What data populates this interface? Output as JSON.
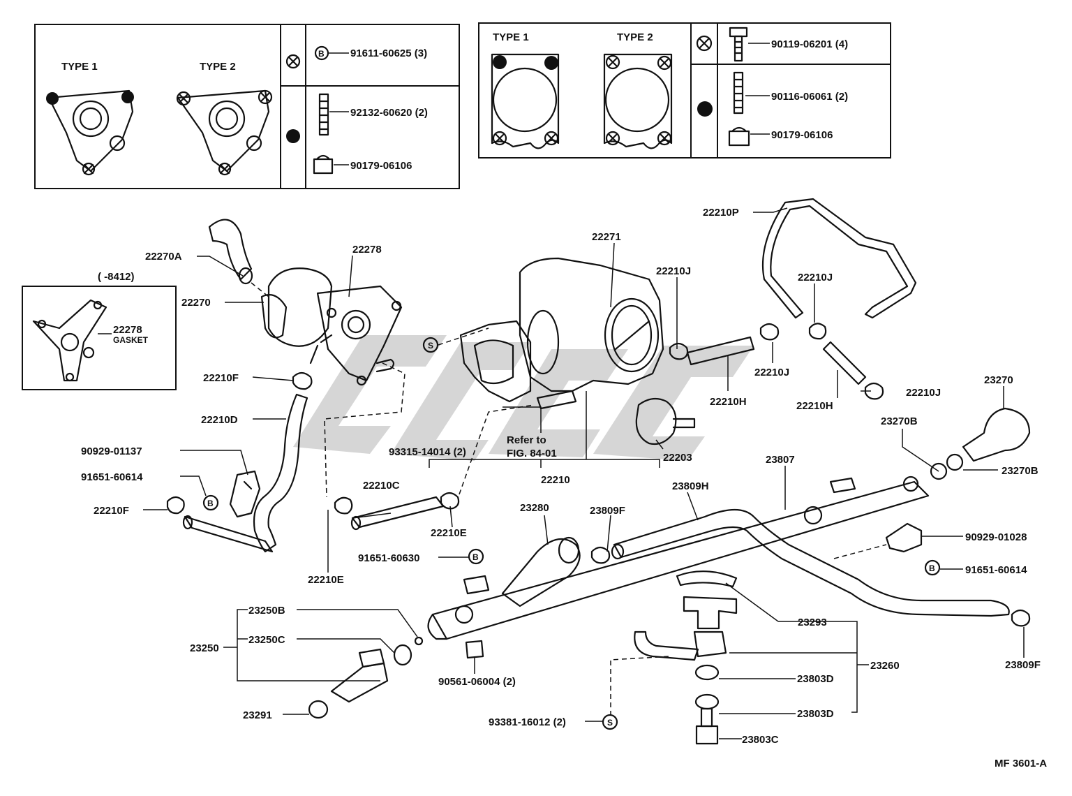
{
  "diagram_code": "MF 3601-A",
  "box_left": {
    "type1": "TYPE 1",
    "type2": "TYPE 2",
    "rows": [
      {
        "mark": "B",
        "part": "91611-60625 (3)"
      },
      {
        "part": "92132-60620 (2)"
      },
      {
        "part": "90179-06106"
      }
    ]
  },
  "box_right": {
    "type1": "TYPE 1",
    "type2": "TYPE 2",
    "rows": [
      {
        "part": "90119-06201 (4)"
      },
      {
        "part": "90116-06061 (2)"
      },
      {
        "part": "90179-06106"
      }
    ]
  },
  "inset": {
    "range": "(      -8412)",
    "part": "22278",
    "sub": "GASKET"
  },
  "refer": {
    "line1": "Refer to",
    "line2": "FIG. 84-01"
  },
  "circle_marks": {
    "s": "S",
    "b": "B"
  },
  "labels": {
    "p22270A": "22270A",
    "p22278": "22278",
    "p22270": "22270",
    "p22271": "22271",
    "p22210J_a": "22210J",
    "p22210P": "22210P",
    "p22210J_b": "22210J",
    "p22210F_a": "22210F",
    "p22210D": "22210D",
    "p22210J_c": "22210J",
    "p22210H_a": "22210H",
    "p22210J_d": "22210J",
    "p22210H_b": "22210H",
    "p23270": "23270",
    "p90929_01137": "90929-01137",
    "p91651_60614_a": "91651-60614",
    "p93315": "93315-14014 (2)",
    "p22203": "22203",
    "p23270B_a": "23270B",
    "p23807": "23807",
    "p23270B_b": "23270B",
    "p22210": "22210",
    "p22210C": "22210C",
    "p23809H": "23809H",
    "p22210F_b": "22210F",
    "p23280": "23280",
    "p23809F_a": "23809F",
    "p22210E_a": "22210E",
    "p90929_01028": "90929-01028",
    "p91651_60630": "91651-60630",
    "p91651_60614_b": "91651-60614",
    "p22210E_b": "22210E",
    "p23250B": "23250B",
    "p23293": "23293",
    "p23250": "23250",
    "p23250C": "23250C",
    "p23260": "23260",
    "p23809F_b": "23809F",
    "p23803D_a": "23803D",
    "p90561": "90561-06004 (2)",
    "p23291": "23291",
    "p93381": "93381-16012 (2)",
    "p23803D_b": "23803D",
    "p23803C": "23803C"
  }
}
